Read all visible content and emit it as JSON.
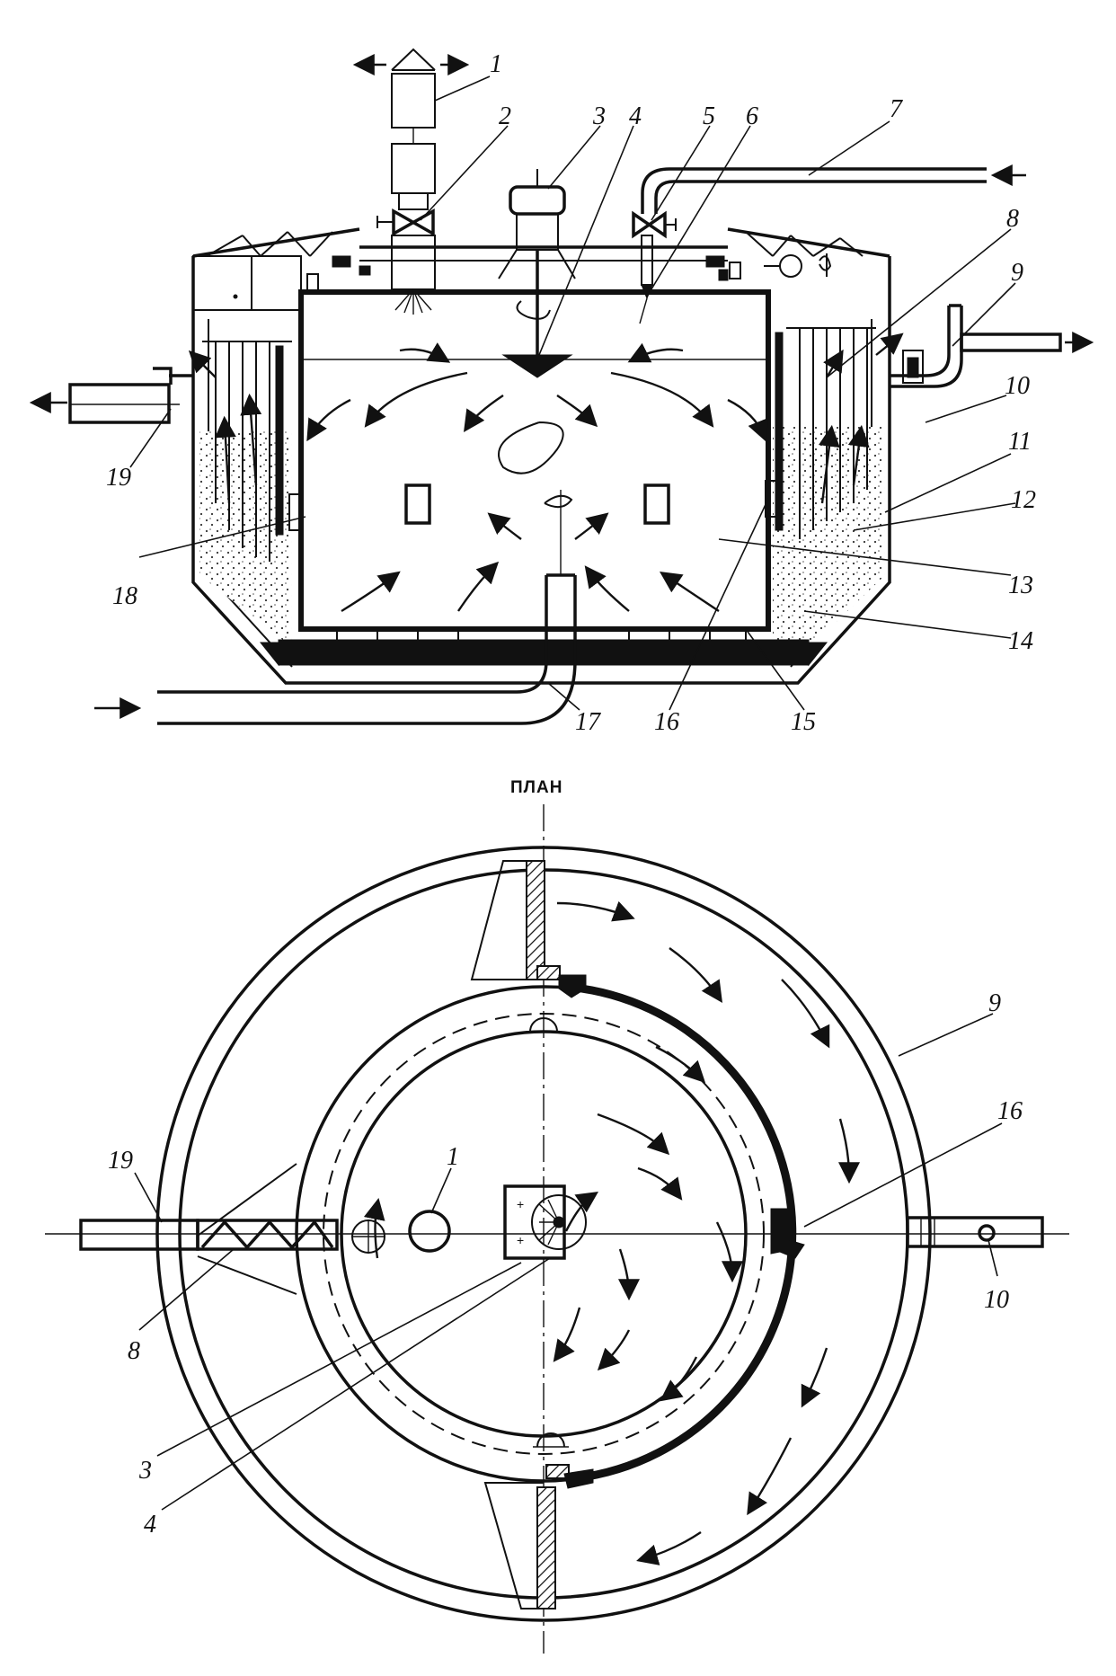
{
  "plan_title": "ПЛАН",
  "section_labels": [
    "1",
    "2",
    "3",
    "4",
    "5",
    "6",
    "7",
    "8",
    "9",
    "10",
    "11",
    "12",
    "13",
    "14",
    "15",
    "16",
    "17",
    "18",
    "19"
  ],
  "plan_labels": {
    "l1": "1",
    "l3": "3",
    "l4": "4",
    "l8": "8",
    "l9": "9",
    "l10": "10",
    "l16": "16",
    "l19": "19"
  }
}
